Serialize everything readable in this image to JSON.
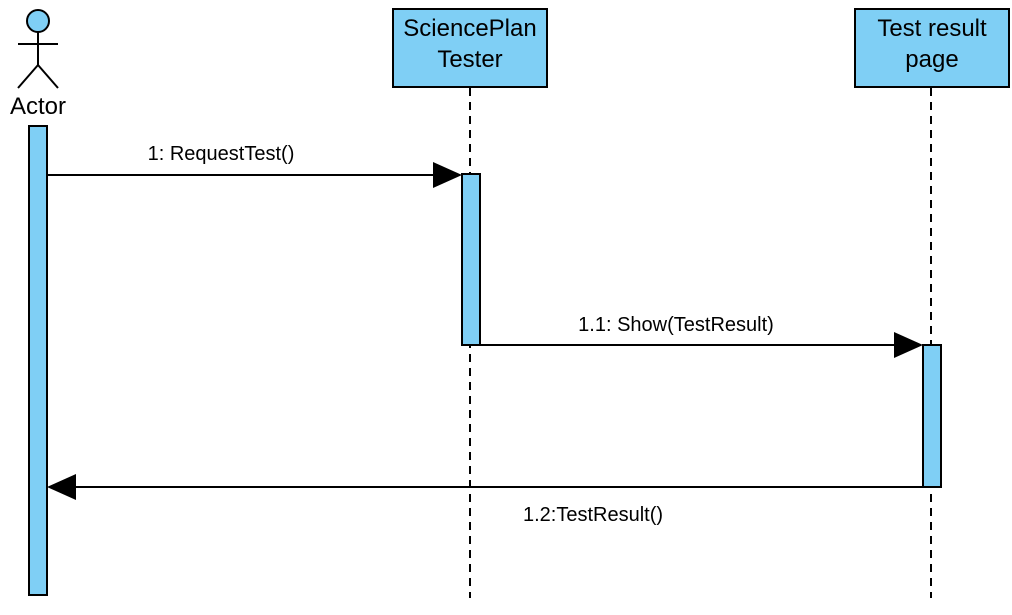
{
  "diagram": {
    "type": "uml-sequence",
    "colors": {
      "fill": "#7fcff5",
      "stroke": "#000000",
      "background": "#ffffff"
    },
    "actor": {
      "label": "Actor"
    },
    "participants": [
      {
        "line1": "SciencePlan",
        "line2": "Tester"
      },
      {
        "line1": "Test result",
        "line2": "page"
      }
    ],
    "messages": [
      {
        "label": "1: RequestTest()",
        "from": "Actor",
        "to": "SciencePlan Tester",
        "arrow": "filled-triangle"
      },
      {
        "label": "1.1: Show(TestResult)",
        "from": "SciencePlan Tester",
        "to": "Test result page",
        "arrow": "filled-triangle"
      },
      {
        "label": "1.2:TestResult()",
        "from": "Test result page",
        "to": "Actor",
        "arrow": "filled-triangle"
      }
    ]
  }
}
